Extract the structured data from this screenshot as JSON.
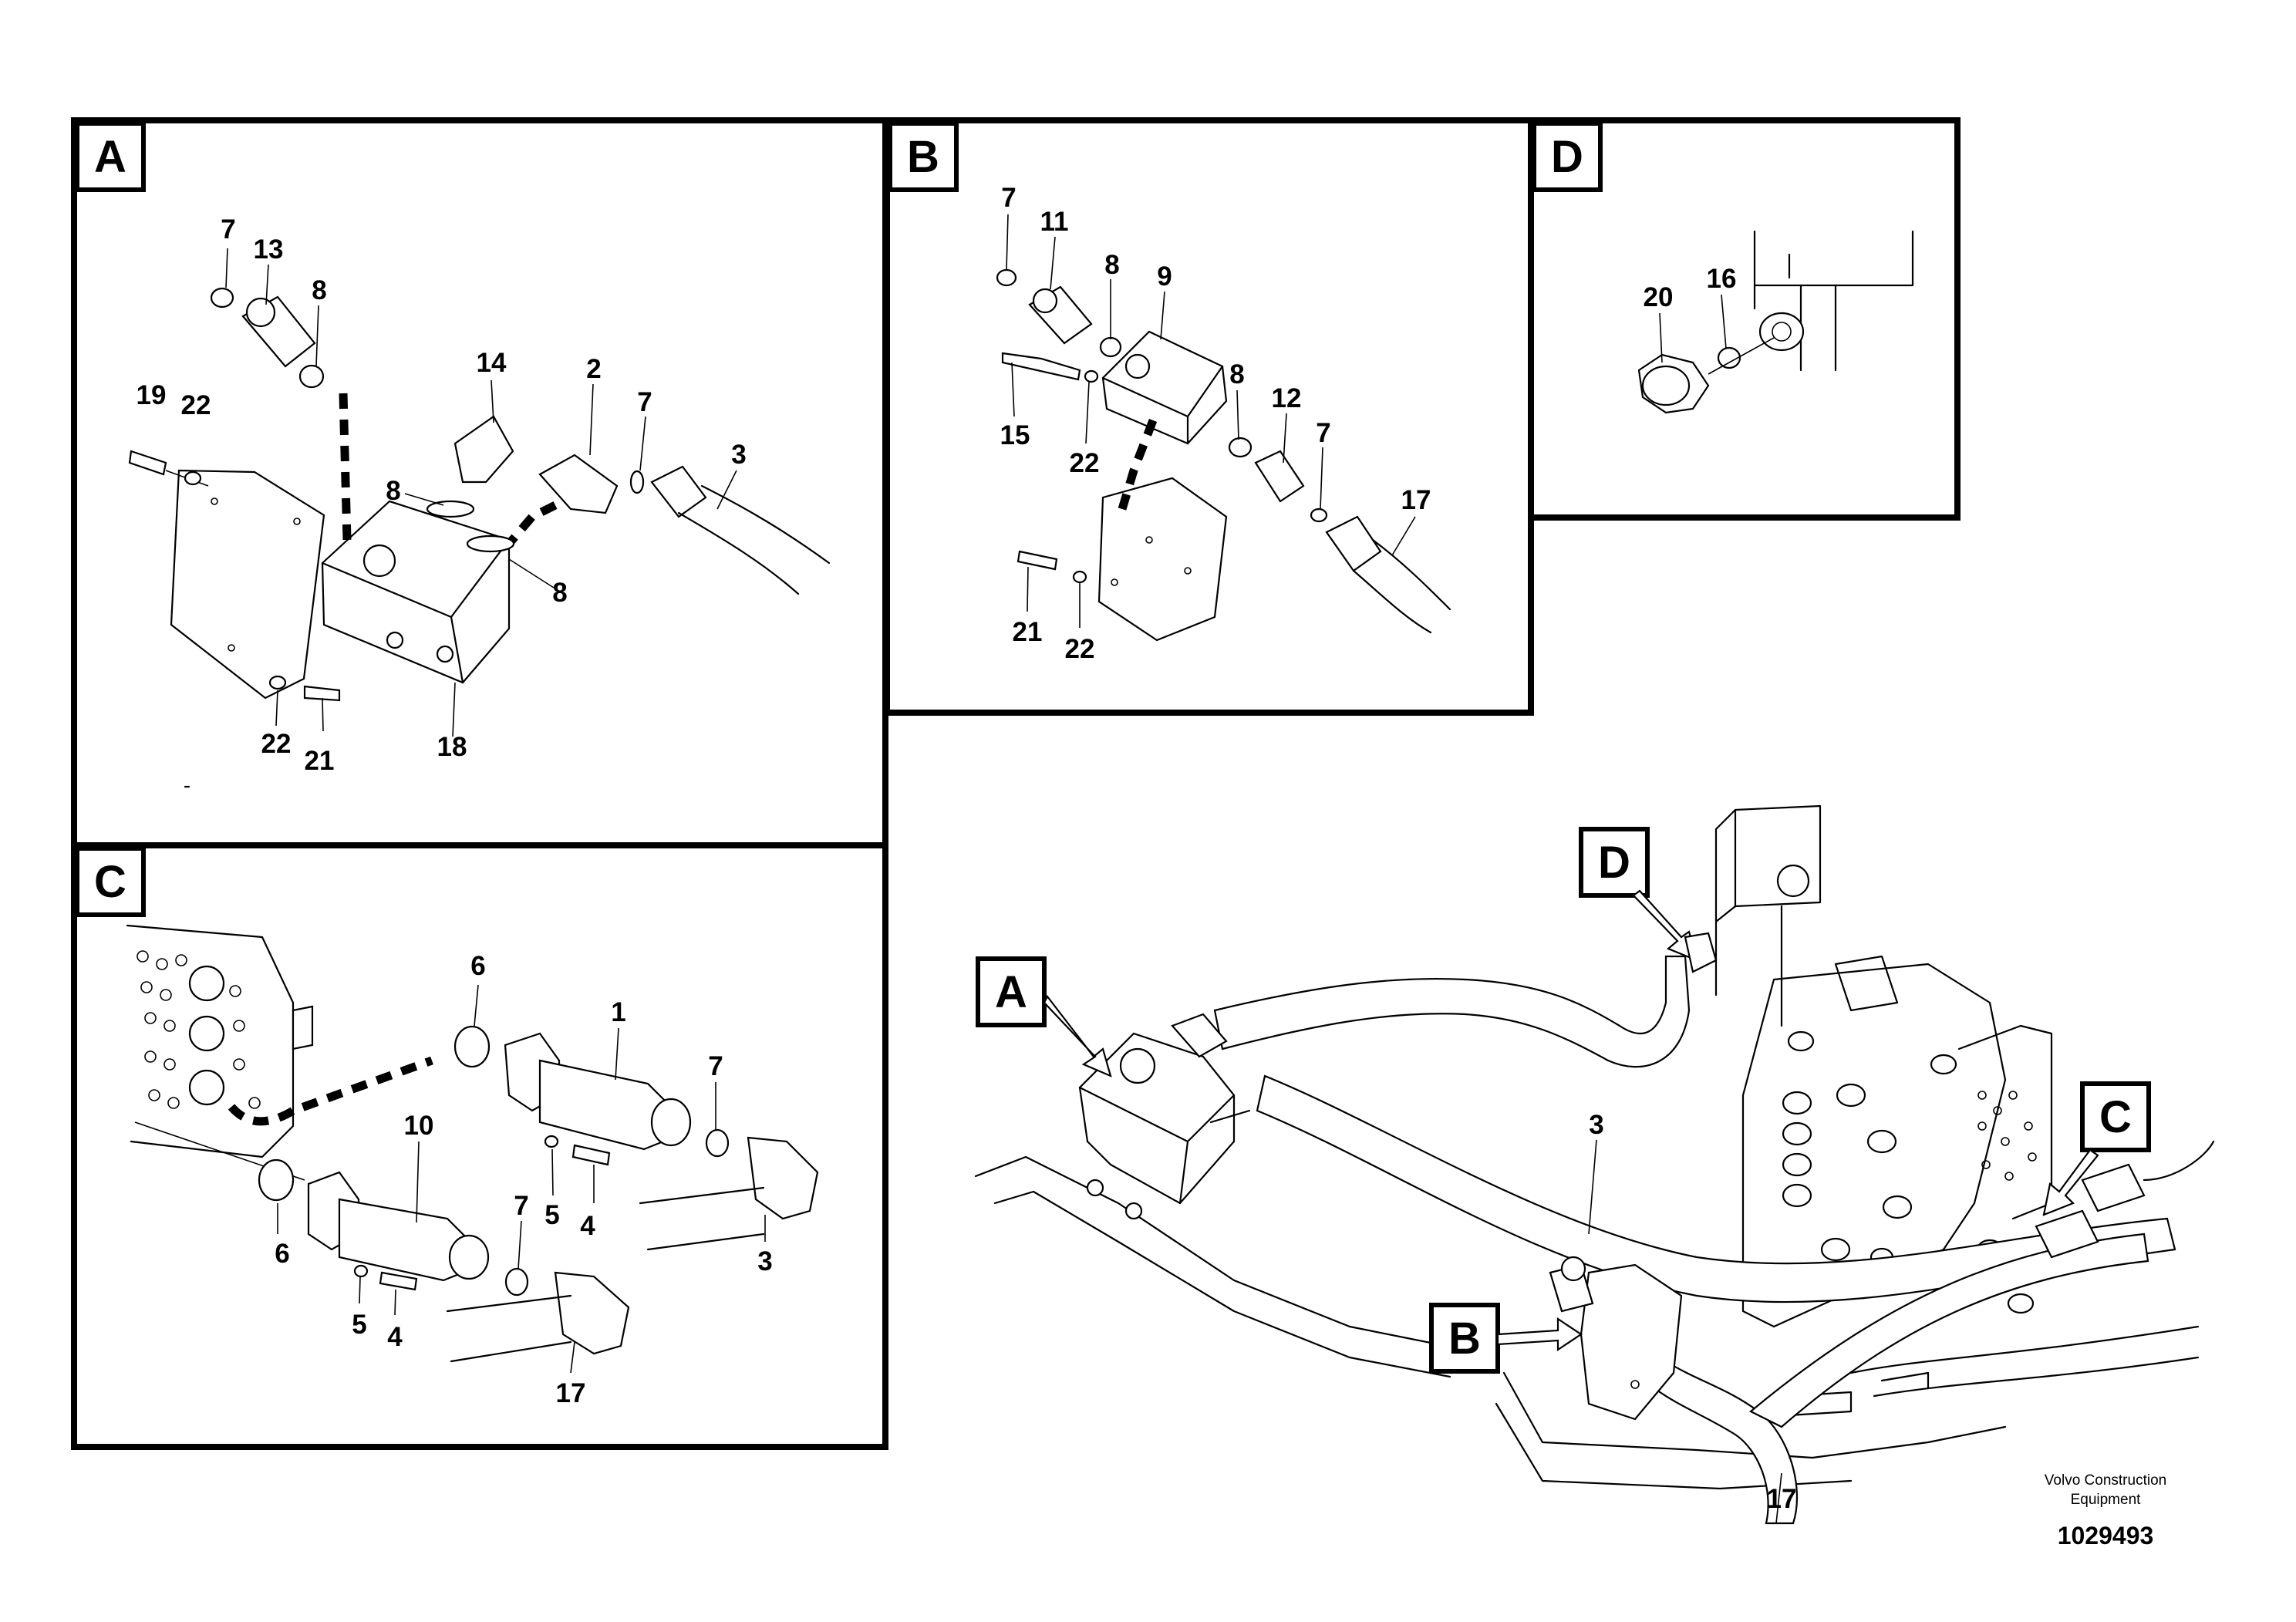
{
  "panels": [
    {
      "letter": "A"
    },
    {
      "letter": "B"
    },
    {
      "letter": "C"
    },
    {
      "letter": "D"
    }
  ],
  "overview_tags": [
    "A",
    "B",
    "C",
    "D"
  ],
  "callouts": {
    "A": [
      "7",
      "13",
      "8",
      "19",
      "22",
      "14",
      "2",
      "7",
      "3",
      "8",
      "8",
      "22",
      "21",
      "18"
    ],
    "B": [
      "7",
      "11",
      "8",
      "9",
      "8",
      "12",
      "7",
      "15",
      "22",
      "17",
      "21",
      "22"
    ],
    "C": [
      "6",
      "1",
      "7",
      "10",
      "7",
      "6",
      "5",
      "4",
      "3",
      "5",
      "4",
      "17"
    ],
    "D": [
      "20",
      "16"
    ],
    "overview": [
      "3",
      "17"
    ]
  },
  "footer": {
    "brand_line1": "Volvo Construction",
    "brand_line2": "Equipment",
    "drawing_number": "1029493"
  }
}
